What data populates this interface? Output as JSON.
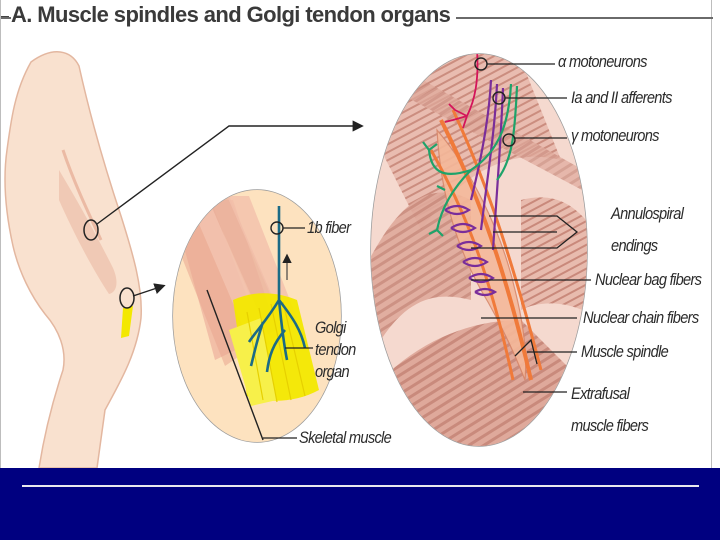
{
  "figure": {
    "title": "A.  Muscle spindles and Golgi tendon organs",
    "labels": {
      "alpha_motoneurons": "α motoneurons",
      "ia_ii_afferents": "Ia and II afferents",
      "gamma_motoneurons": "γ motoneurons",
      "annulospiral_line1": "Annulospiral",
      "annulospiral_line2": "endings",
      "nuclear_bag": "Nuclear bag fibers",
      "nuclear_chain": "Nuclear chain fibers",
      "muscle_spindle": "Muscle spindle",
      "extrafusal_line1": "Extrafusal",
      "extrafusal_line2": "muscle fibers",
      "ib_fiber": "1b fiber",
      "golgi_line1": "Golgi",
      "golgi_line2": "tendon",
      "golgi_line3": "organ",
      "skeletal_muscle": "Skeletal muscle"
    }
  },
  "colors": {
    "footer_bar": "#000080",
    "skin": "#f9e1cf",
    "muscle": "#d9a091",
    "spindle_orange": "#f07a3a",
    "afferent_purple": "#7a2d9a",
    "gamma_green": "#1ea36a",
    "alpha_red": "#d4145a",
    "tendon_yellow": "#f3e800",
    "ib_fiber_blue": "#1b6b86"
  }
}
